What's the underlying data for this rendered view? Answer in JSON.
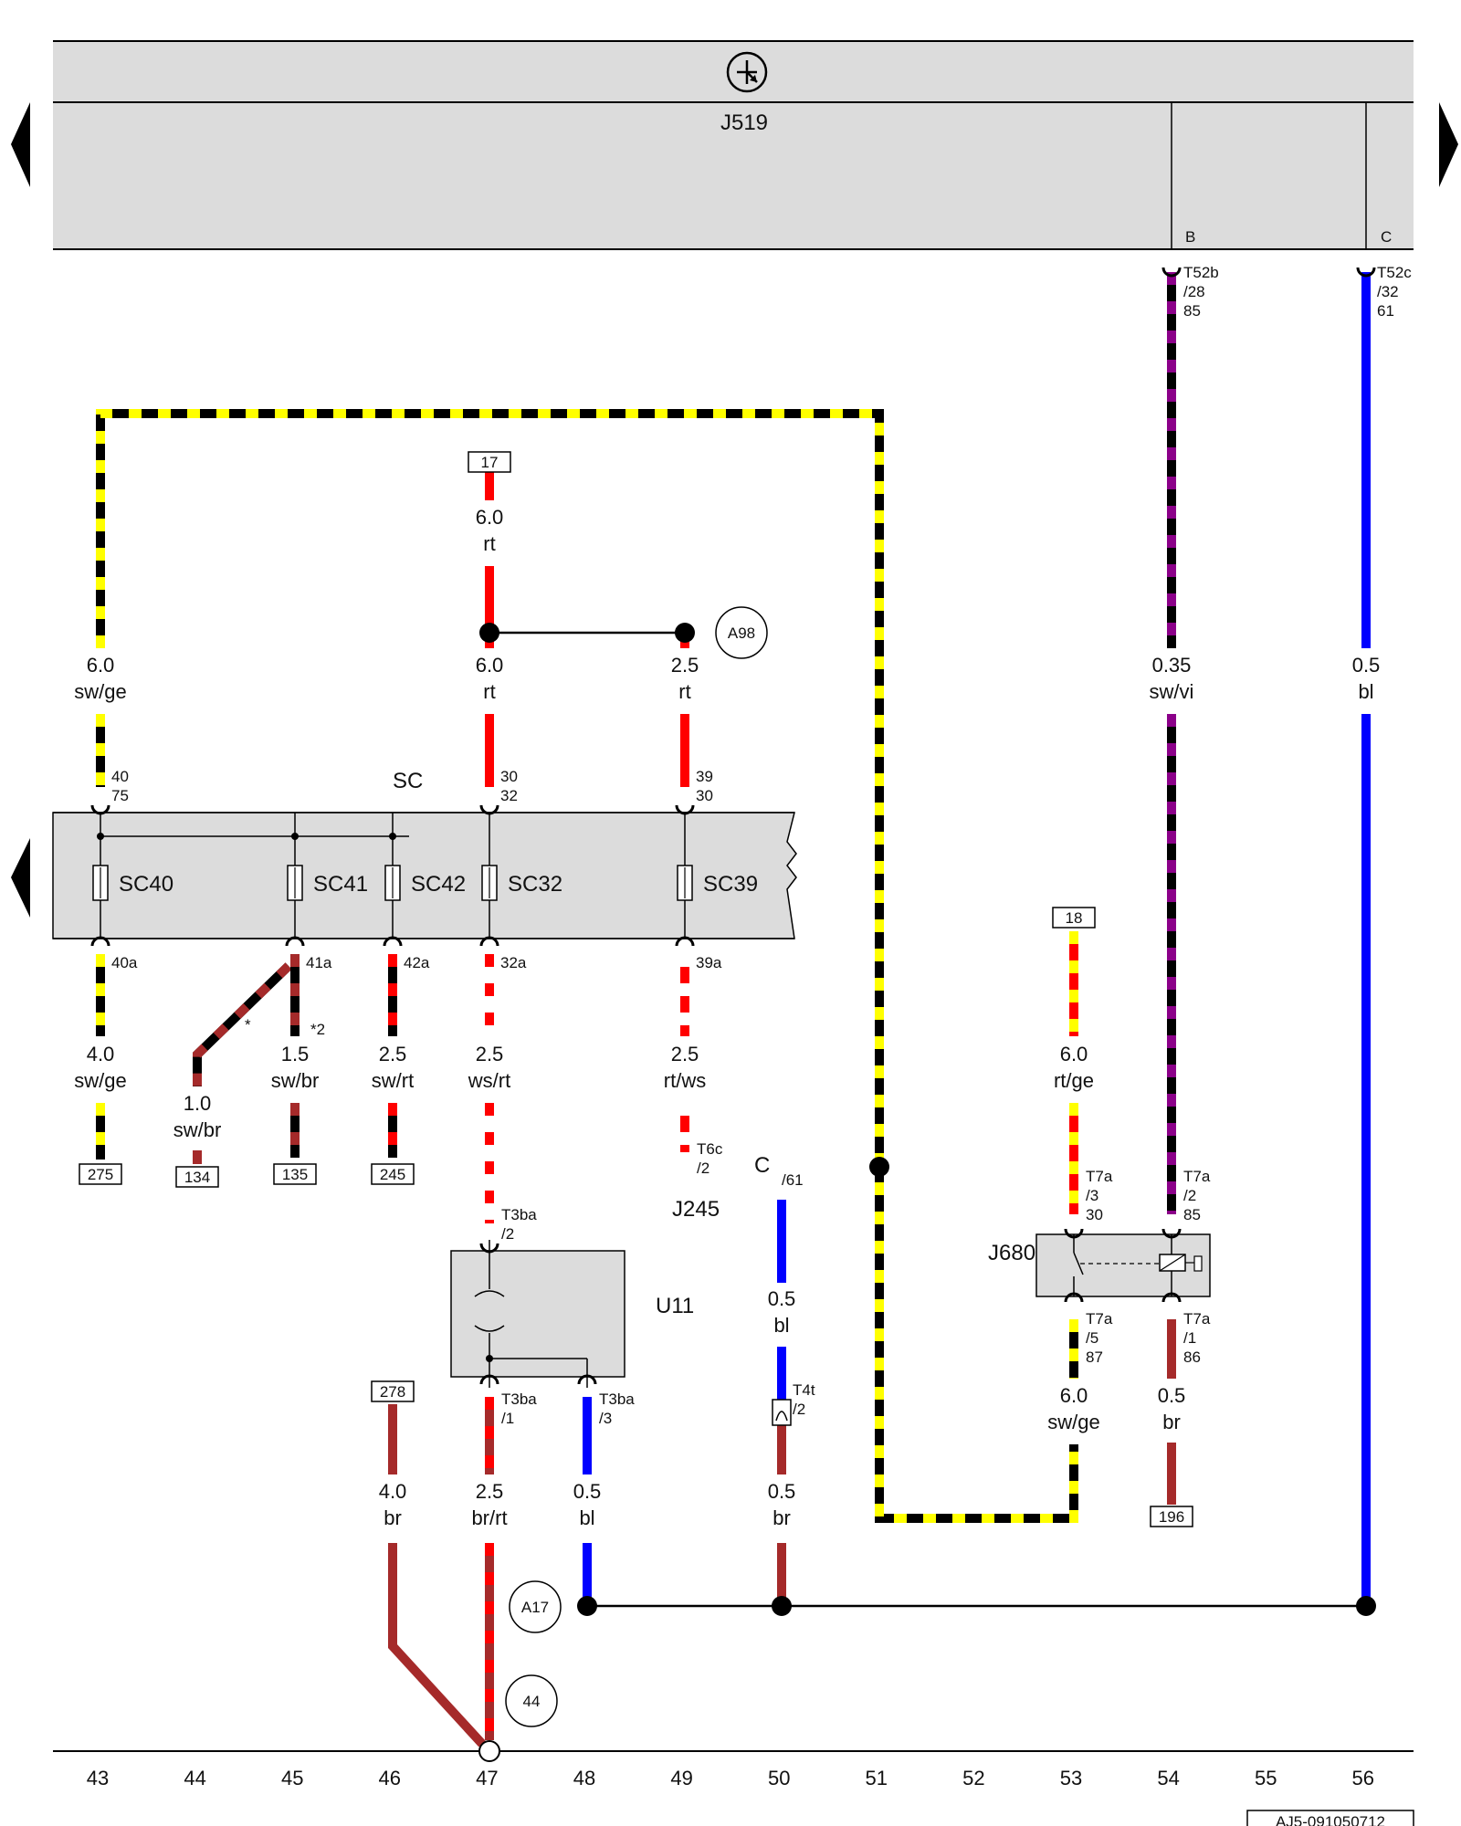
{
  "colors": {
    "red": "#ff0000",
    "black": "#000000",
    "yellow": "#ffff00",
    "white": "#ffffff",
    "brown": "#a52a2a",
    "blue": "#0000ff",
    "violet": "#8b0089",
    "panel_fill": "#dcdcdc",
    "line": "#000000"
  },
  "icons": {
    "control_unit_symbol": "transistor-circle-icon"
  },
  "top_module": {
    "label": "J519",
    "pins": [
      "B",
      "C"
    ]
  },
  "fuse_box": {
    "label": "SC",
    "fuses": [
      "SC40",
      "SC41",
      "SC42",
      "SC32",
      "SC39"
    ],
    "in_terminals": [
      [
        "40",
        "75"
      ],
      [
        "30",
        "32"
      ],
      [
        "39",
        "30"
      ]
    ],
    "out_terminals": [
      "40a",
      "41a",
      "42a",
      "32a",
      "39a"
    ]
  },
  "wires": {
    "w_swge_in": {
      "gauge": "6.0",
      "color": "sw/ge"
    },
    "w_rt_17": {
      "gauge": "6.0",
      "color": "rt"
    },
    "w_rt_main": {
      "gauge": "6.0",
      "color": "rt"
    },
    "w_rt_39": {
      "gauge": "2.5",
      "color": "rt"
    },
    "w_swvi": {
      "gauge": "0.35",
      "color": "sw/vi"
    },
    "w_bl_56": {
      "gauge": "0.5",
      "color": "bl"
    },
    "w_40a": {
      "gauge": "4.0",
      "color": "sw/ge"
    },
    "w_41a_a": {
      "gauge": "1.0",
      "color": "sw/br"
    },
    "w_41a_b": {
      "gauge": "1.5",
      "color": "sw/br"
    },
    "w_42a": {
      "gauge": "2.5",
      "color": "sw/rt"
    },
    "w_32a": {
      "gauge": "2.5",
      "color": "ws/rt"
    },
    "w_39a": {
      "gauge": "2.5",
      "color": "rt/ws"
    },
    "w_rtge_18": {
      "gauge": "6.0",
      "color": "rt/ge"
    },
    "w_bl_50": {
      "gauge": "0.5",
      "color": "bl"
    },
    "w_br_278": {
      "gauge": "4.0",
      "color": "br"
    },
    "w_brrt": {
      "gauge": "2.5",
      "color": "br/rt"
    },
    "w_bl_48": {
      "gauge": "0.5",
      "color": "bl"
    },
    "w_br_50": {
      "gauge": "0.5",
      "color": "br"
    },
    "w_swge_87": {
      "gauge": "6.0",
      "color": "sw/ge"
    },
    "w_br_86": {
      "gauge": "0.5",
      "color": "br"
    }
  },
  "connectors": {
    "t52b": [
      "T52b",
      "/28",
      "85"
    ],
    "t52c": [
      "T52c",
      "/32",
      "61"
    ],
    "t6c": [
      "T6c",
      "/2"
    ],
    "t3ba_2": [
      "T3ba",
      "/2"
    ],
    "t3ba_1": [
      "T3ba",
      "/1"
    ],
    "t3ba_3": [
      "T3ba",
      "/3"
    ],
    "t4t": [
      "T4t",
      "/2"
    ],
    "t7a_3": [
      "T7a",
      "/3",
      "30"
    ],
    "t7a_2": [
      "T7a",
      "/2",
      "85"
    ],
    "t7a_5": [
      "T7a",
      "/5",
      "87"
    ],
    "t7a_1": [
      "T7a",
      "/1",
      "86"
    ],
    "c_ref": [
      "C",
      "/61"
    ]
  },
  "refs": {
    "box_17": "17",
    "box_18": "18",
    "box_275": "275",
    "box_134": "134",
    "box_135": "135",
    "box_245": "245",
    "box_278": "278",
    "box_196": "196",
    "j245": "J245",
    "star1": "*",
    "star2": "*2"
  },
  "components": {
    "u11": "U11",
    "j680": "J680"
  },
  "ground_points": {
    "a98": "A98",
    "a17": "A17",
    "g44": "44"
  },
  "column_numbers": [
    "43",
    "44",
    "45",
    "46",
    "47",
    "48",
    "49",
    "50",
    "51",
    "52",
    "53",
    "54",
    "55",
    "56"
  ],
  "footer_code": "AJ5-091050712"
}
